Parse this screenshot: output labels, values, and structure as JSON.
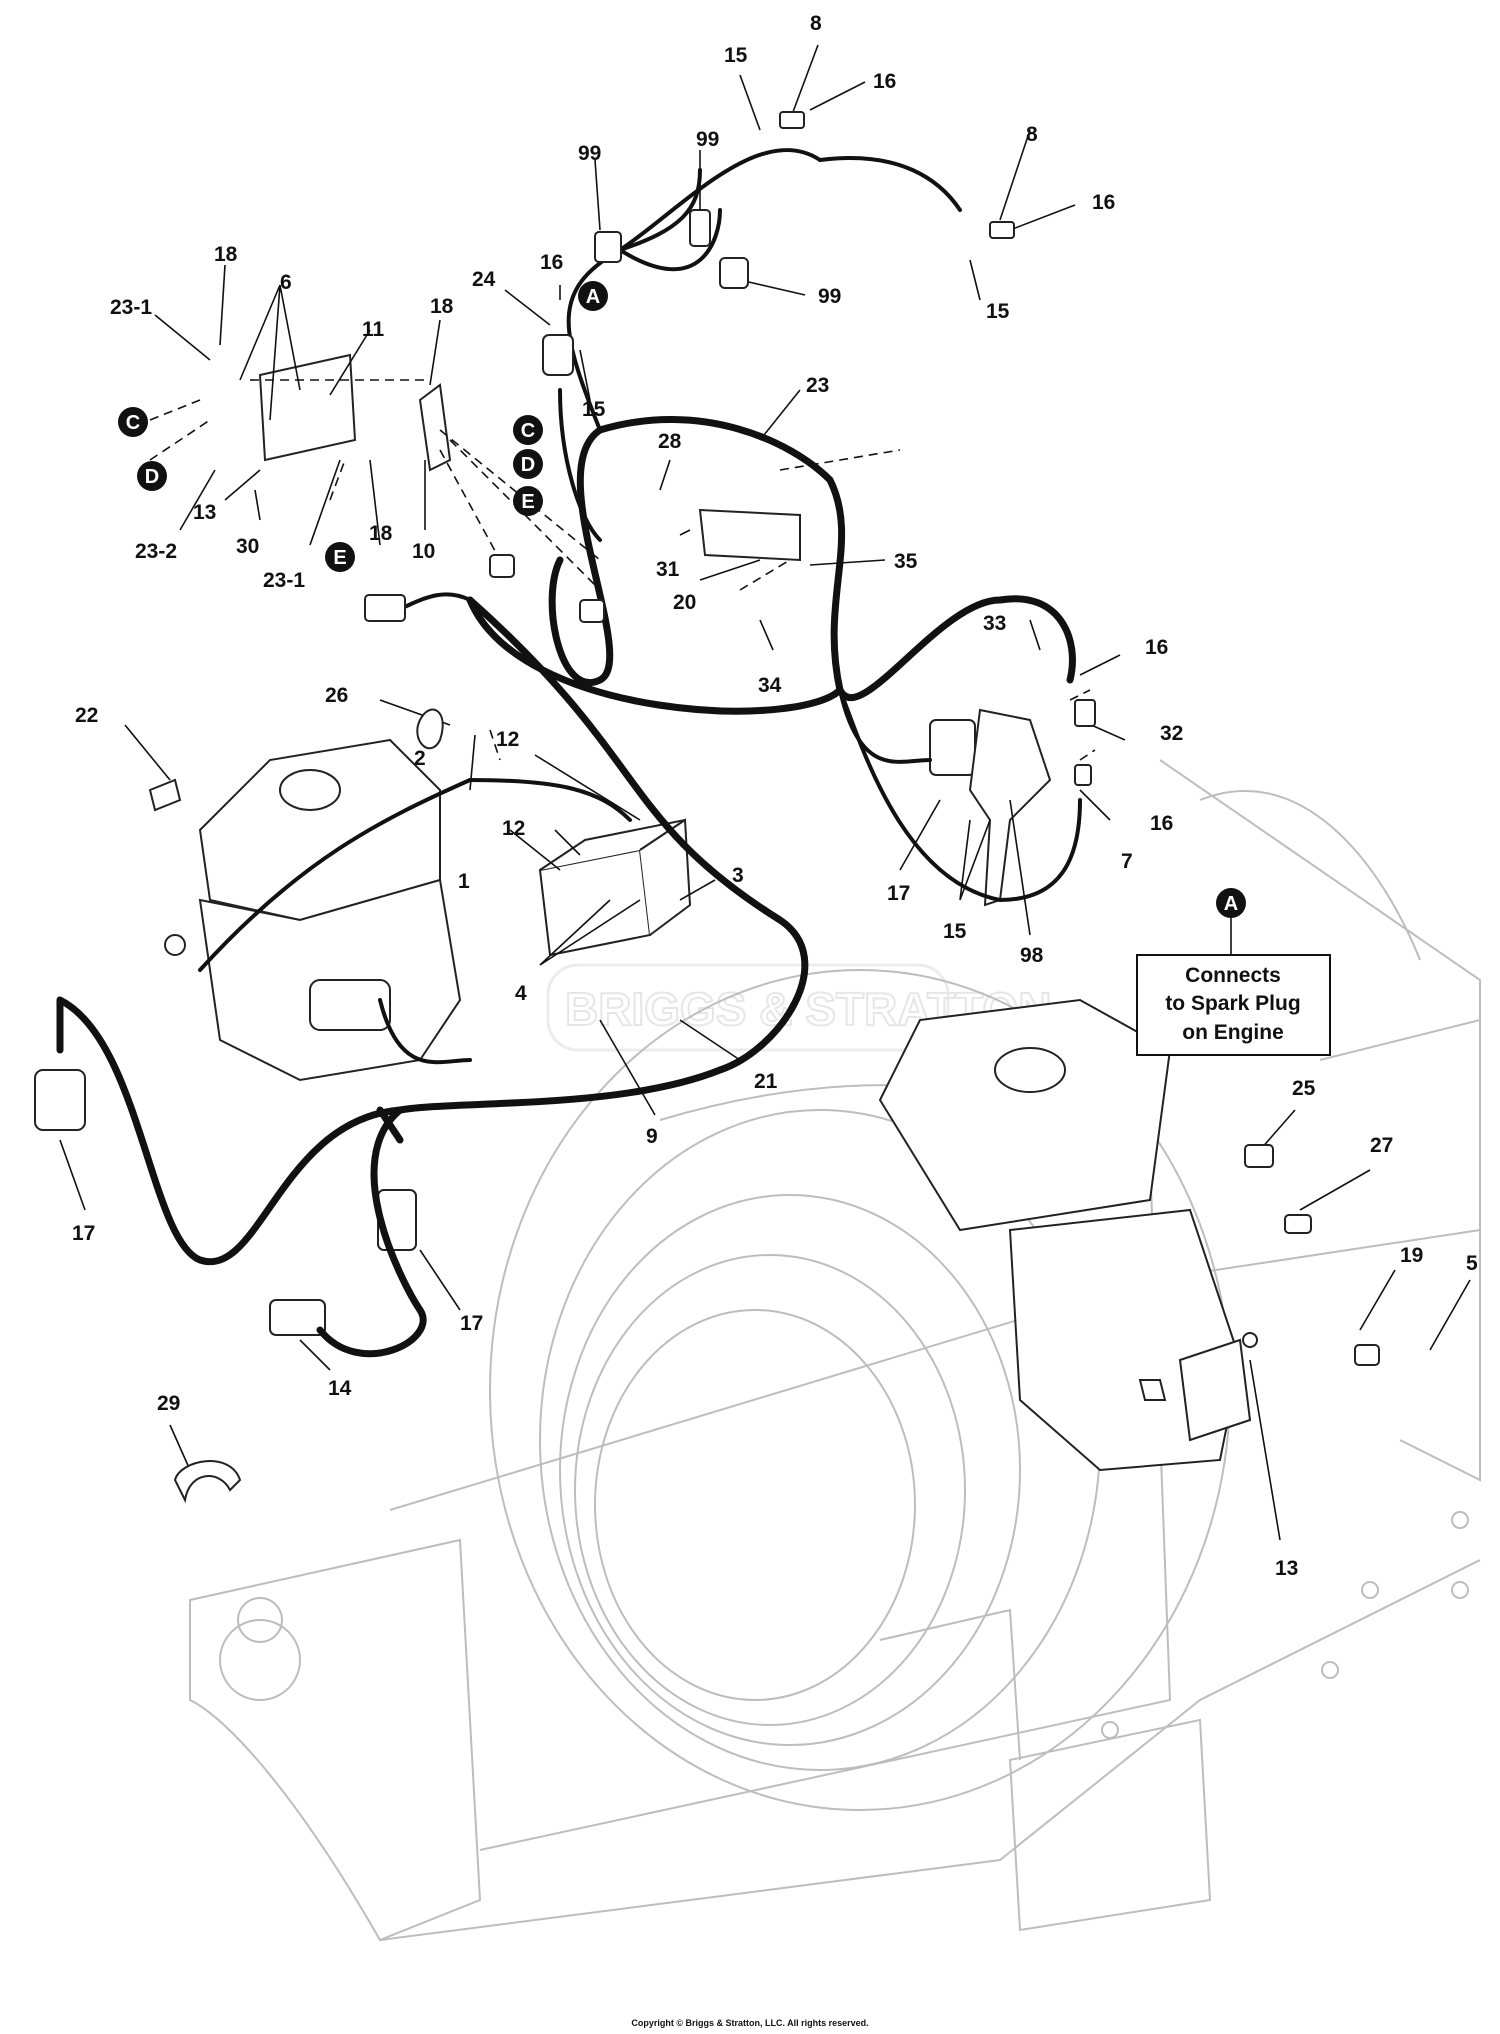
{
  "callouts": {
    "c15a": "15",
    "c8a": "8",
    "c16a": "16",
    "c99a": "99",
    "c99b": "99",
    "c99c": "99",
    "c8b": "8",
    "c16b": "16",
    "c15b": "15",
    "c18a": "18",
    "c6": "6",
    "c23_1a": "23-1",
    "c11": "11",
    "c18b": "18",
    "c24": "24",
    "c16c": "16",
    "c15c": "15",
    "c23": "23",
    "c28": "28",
    "c13a": "13",
    "c23_2": "23-2",
    "c30": "30",
    "c23_1b": "23-1",
    "c18c": "18",
    "c10": "10",
    "c31": "31",
    "c20": "20",
    "c35": "35",
    "c34": "34",
    "c33": "33",
    "c16d": "16",
    "c32": "32",
    "c16e": "16",
    "c7": "7",
    "c17a": "17",
    "c15d": "15",
    "c98": "98",
    "c22": "22",
    "c26": "26",
    "c2": "2",
    "c12a": "12",
    "c12b": "12",
    "c1": "1",
    "c3": "3",
    "c4": "4",
    "c21": "21",
    "c9": "9",
    "c17b": "17",
    "c17c": "17",
    "c14": "14",
    "c25": "25",
    "c27": "27",
    "c19": "19",
    "c5": "5",
    "c13b": "13",
    "c29": "29"
  },
  "refs": {
    "a_top": "A",
    "c_left": "C",
    "d_left": "D",
    "e_left": "E",
    "c_mid": "C",
    "d_mid": "D",
    "e_mid": "E",
    "a_note": "A"
  },
  "note": {
    "line1": "Connects",
    "line2": "to Spark Plug",
    "line3": "on Engine"
  },
  "watermark": "BRIGGS & STRATTON",
  "copyright": "Copyright © Briggs & Stratton, LLC. All rights reserved."
}
